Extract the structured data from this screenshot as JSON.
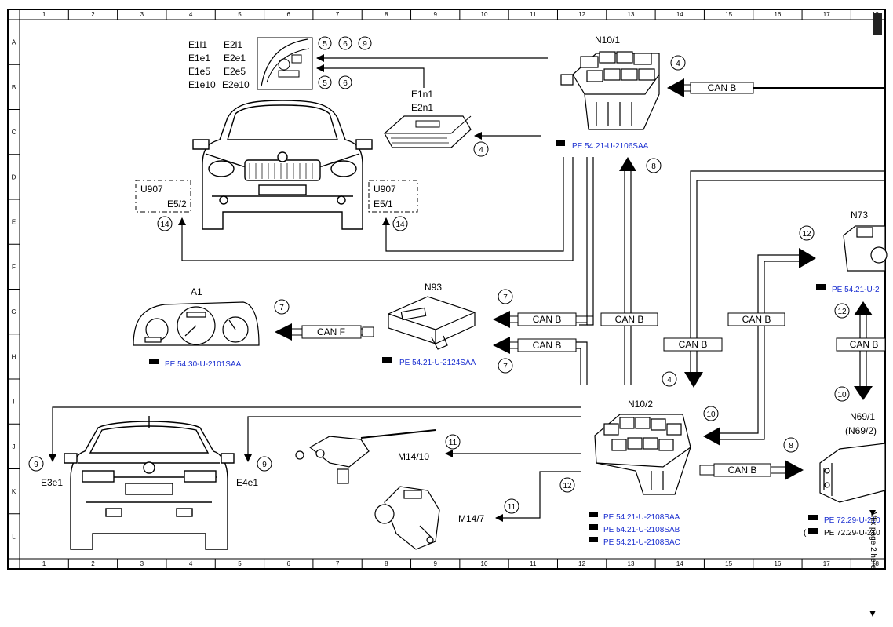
{
  "grid": {
    "columns": [
      "1",
      "2",
      "3",
      "4",
      "5",
      "6",
      "7",
      "8",
      "9",
      "10",
      "11",
      "12",
      "13",
      "14",
      "15",
      "16",
      "17",
      "18"
    ],
    "rows": [
      "A",
      "B",
      "C",
      "D",
      "E",
      "F",
      "G",
      "H",
      "I",
      "J",
      "K",
      "L"
    ]
  },
  "components": {
    "n10_1": "N10/1",
    "n10_2": "N10/2",
    "n93": "N93",
    "a1": "A1",
    "n73": "N73",
    "n69_1": "N69/1",
    "n69_2": "(N69/2)",
    "e1n1": "E1n1",
    "e2n1": "E2n1",
    "m14_10": "M14/10",
    "m14_7": "M14/7",
    "e3e1": "E3e1",
    "e4e1": "E4e1",
    "u907_left": "U907",
    "e5_2": "E5/2",
    "u907_right": "U907",
    "e5_1": "E5/1"
  },
  "lamps": {
    "left": [
      "E1l1",
      "E1e1",
      "E1e5",
      "E1e10"
    ],
    "right": [
      "E2l1",
      "E2e1",
      "E2e5",
      "E2e10"
    ]
  },
  "bus_labels": {
    "can_b": "CAN B",
    "can_f": "CAN F"
  },
  "notes": {
    "n4": "4",
    "n5": "5",
    "n6": "6",
    "n7": "7",
    "n8": "8",
    "n9": "9",
    "n10": "10",
    "n11": "11",
    "n12": "12",
    "n14": "14"
  },
  "references": {
    "n10_1": "PE 54.21-U-2106SAA",
    "n73": "PE 54.21-U-2",
    "a1": "PE 54.30-U-2101SAA",
    "n93": "PE 54.21-U-2124SAA",
    "n10_2_a": "PE 54.21-U-2108SAA",
    "n10_2_b": "PE 54.21-U-2108SAB",
    "n10_2_c": "PE 54.21-U-2108SAC",
    "n69_a": "PE 72.29-U-210",
    "n69_b": "PE 72.29-U-210"
  },
  "margin_note": "Affix page 2 here"
}
